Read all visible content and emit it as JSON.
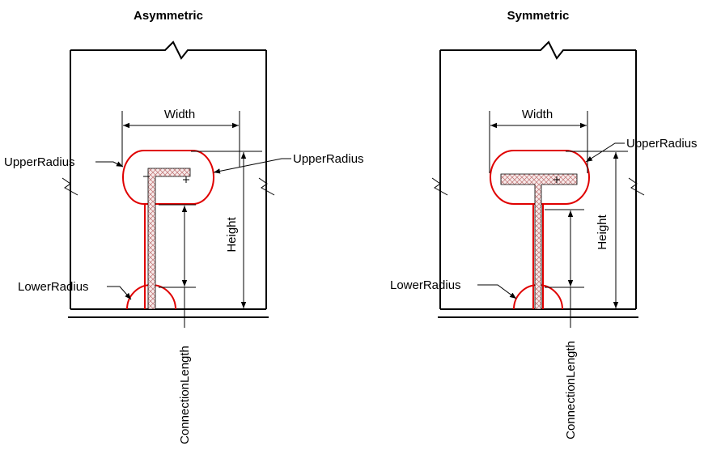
{
  "panels": {
    "asymmetric": {
      "title": "Asymmetric",
      "labels": {
        "width": "Width",
        "height": "Height",
        "upper_radius_left": "UpperRadius",
        "upper_radius_right": "UpperRadius",
        "lower_radius": "LowerRadius",
        "connection_length": "ConnectionLength"
      }
    },
    "symmetric": {
      "title": "Symmetric",
      "labels": {
        "width": "Width",
        "height": "Height",
        "upper_radius": "UpperRadius",
        "lower_radius": "LowerRadius",
        "connection_length": "ConnectionLength"
      }
    }
  },
  "colors": {
    "cut_outline": "#e00000",
    "lines": "#000000",
    "hatch": "#c07070"
  }
}
